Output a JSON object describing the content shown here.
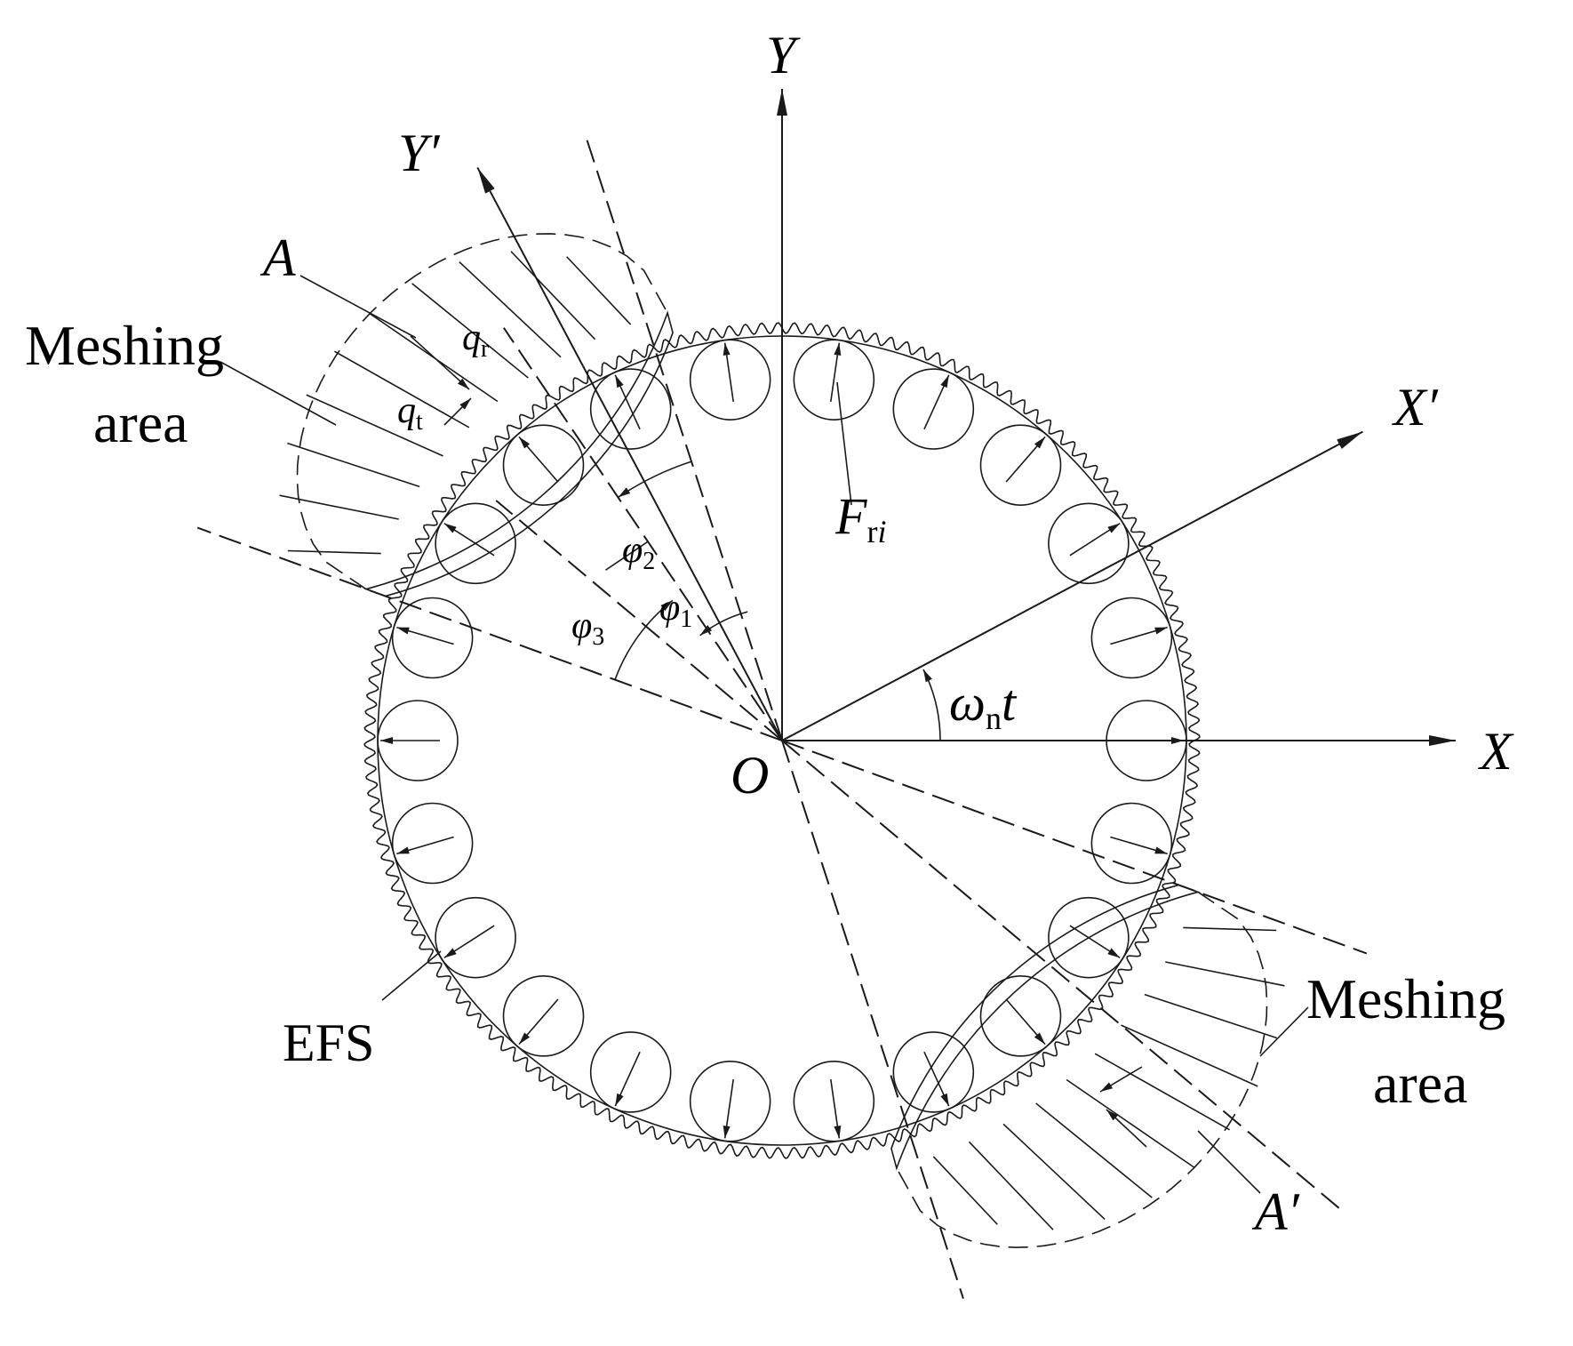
{
  "labels": {
    "y_axis": "Y",
    "x_axis": "X",
    "y_prime": "Y′",
    "x_prime": "X′",
    "origin": "O",
    "point_a": "A",
    "point_a_prime": "A′",
    "meshing_left_1": "Meshing",
    "meshing_left_2": "area",
    "meshing_right_1": "Meshing",
    "meshing_right_2": "area",
    "efs": "EFS",
    "q_r": "q",
    "q_r_sub": "r",
    "q_t": "q",
    "q_t_sub": "t",
    "phi_1": "φ",
    "phi_1_sub": "1",
    "phi_2": "φ",
    "phi_2_sub": "2",
    "phi_3": "φ",
    "phi_3_sub": "3",
    "f_ri": "F",
    "f_ri_sub_r": "r",
    "f_ri_sub_i": "i",
    "omega": "ω",
    "omega_sub": "n",
    "omega_t": "t"
  },
  "colors": {
    "ink": "#1a1a1a",
    "background": "#ffffff"
  },
  "rollers": {
    "count": 22,
    "force": "radial"
  }
}
